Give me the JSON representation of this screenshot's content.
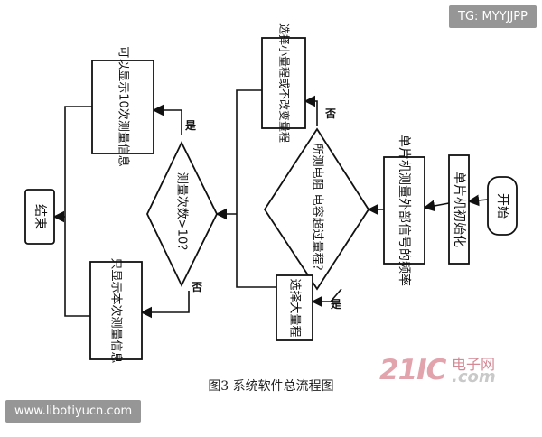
{
  "watermark_top": "TG: MYYJJPP",
  "watermark_bottom": "www.libotiyucn.com",
  "caption": "图3  系统软件总流程图",
  "logo": {
    "main": "21IC",
    "cn": "电子网",
    "com": ".com",
    "color": "#e3a3ad"
  },
  "nodes": {
    "start": "开始",
    "init": "单片机初始化",
    "measure": "单片机测量外部信号的频率",
    "overrange": "所测电阻 电容超过量程？",
    "large_range": "选择大量程",
    "small_range": "选择小量程或不改变量程",
    "count": "测量次数>10？",
    "display_ten": "可以显示10次测量信息",
    "display_once": "只显示本次测量信息",
    "end": "结束"
  },
  "edge_labels": {
    "overrange_yes": "是",
    "overrange_no": "否",
    "count_yes": "是",
    "count_no": "否"
  }
}
